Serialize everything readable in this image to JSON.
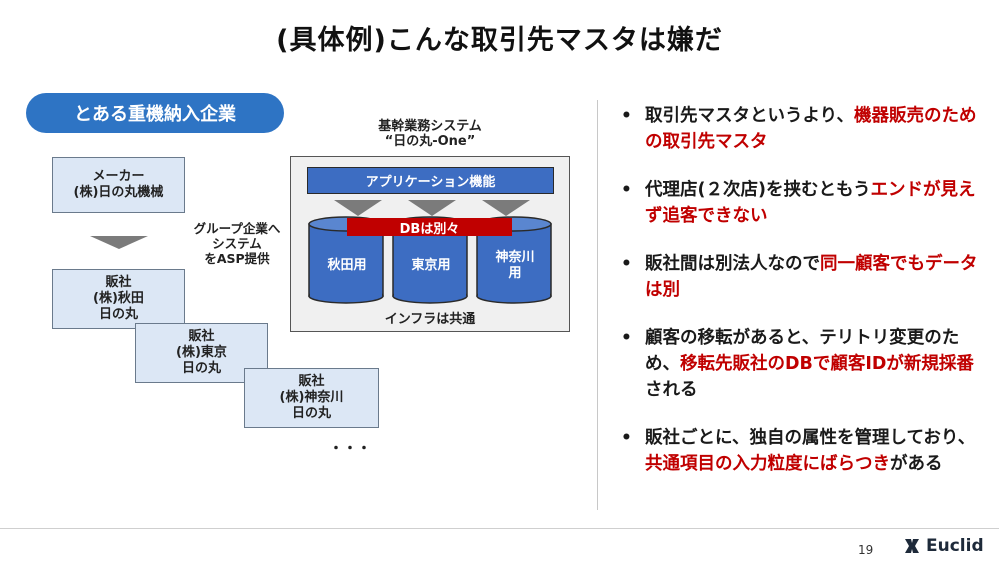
{
  "slide": {
    "title": "(具体例)こんな取引先マスタは嫌だ",
    "page_number": "19",
    "logo_text": "Euclid"
  },
  "diagram": {
    "company_label": "とある重機納入企業",
    "maker": {
      "line1": "メーカー",
      "line2": "(株)日の丸機械"
    },
    "group_note": [
      "グループ企業へ",
      "システム",
      "をASP提供"
    ],
    "dealers": [
      {
        "line1": "販社",
        "line2": "(株)秋田",
        "line3": "日の丸"
      },
      {
        "line1": "販社",
        "line2": "(株)東京",
        "line3": "日の丸"
      },
      {
        "line1": "販社",
        "line2": "(株)神奈川",
        "line3": "日の丸"
      }
    ],
    "ellipsis": "・・・",
    "system_title": [
      "基幹業務システム",
      "“日の丸-One”"
    ],
    "app_label": "アプリケーション機能",
    "db_label": "DBは別々",
    "databases": [
      {
        "line1": "秋田用",
        "line2": ""
      },
      {
        "line1": "東京用",
        "line2": ""
      },
      {
        "line1": "神奈川",
        "line2": "用"
      }
    ],
    "infra_label": "インフラは共通",
    "colors": {
      "accent_blue": "#2e74c4",
      "cylinder_blue": "#3d6dc2",
      "highlight_red": "#c00000",
      "box_fill": "#dce7f5"
    }
  },
  "bullets": [
    {
      "parts": [
        {
          "text": "取引先マスタというより、",
          "red": false
        },
        {
          "text": "機器販売のための取引先マスタ",
          "red": true
        }
      ]
    },
    {
      "parts": [
        {
          "text": "代理店(２次店)を挟むともう",
          "red": false
        },
        {
          "text": "エンドが見えず追客できない",
          "red": true
        }
      ]
    },
    {
      "parts": [
        {
          "text": "販社間は別法人なので",
          "red": false
        },
        {
          "text": "同一顧客でもデータは別",
          "red": true
        }
      ]
    },
    {
      "parts": [
        {
          "text": "顧客の移転があると、テリトリ変更のため、",
          "red": false
        },
        {
          "text": "移転先販社のDBで顧客IDが新規採番",
          "red": true
        },
        {
          "text": "される",
          "red": false
        }
      ]
    },
    {
      "parts": [
        {
          "text": "販社ごとに、独自の属性を管理しており、",
          "red": false
        },
        {
          "text": "共通項目の入力粒度にばらつき",
          "red": true
        },
        {
          "text": "がある",
          "red": false
        }
      ]
    }
  ]
}
